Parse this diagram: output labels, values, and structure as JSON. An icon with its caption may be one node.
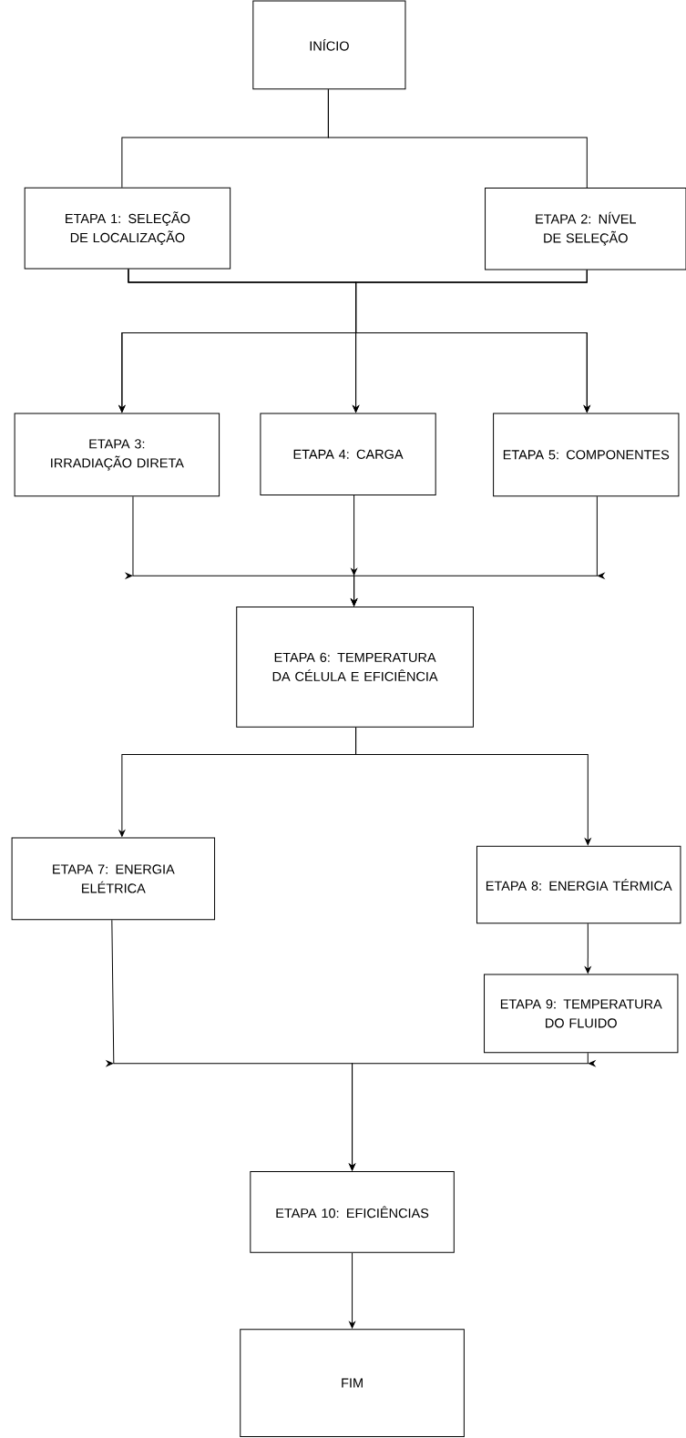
{
  "diagram": {
    "nodes": [
      {
        "text": [
          "INÍCIO"
        ]
      },
      {
        "text": [
          "ETAPA 1: SELEÇÃO DE LOCALIZAÇÃO"
        ]
      },
      {
        "text": [
          "ETAPA 2: NÍVEL DE SELEÇÃO"
        ]
      },
      {
        "text": [
          "ETAPA 3: IRRADIAÇÃO DIRETA"
        ]
      },
      {
        "text": [
          "ETAPA 4: CARGA"
        ]
      },
      {
        "text": [
          "ETAPA 5: COMPONENTES"
        ]
      },
      {
        "text": [
          "ETAPA 6: TEMPERATURA DA CÉLULA E EFICIÊNCIA"
        ]
      },
      {
        "text": [
          "ETAPA 7: ENERGIA ELÉTRICA"
        ]
      },
      {
        "text": [
          "ETAPA 8: ENERGIA TÉRMICA"
        ]
      },
      {
        "text": [
          "ETAPA 9: TEMPERATURA DO FLUIDO"
        ]
      },
      {
        "text": [
          "ETAPA 10: EFICIÊNCIAS"
        ]
      },
      {
        "text": [
          "FIM"
        ]
      }
    ],
    "edges": [
      {
        "from": 0,
        "to": 1,
        "arrow": "none"
      },
      {
        "from": 0,
        "to": 2,
        "arrow": "none"
      },
      {
        "from": 1,
        "to": 3,
        "arrow": "to"
      },
      {
        "from": 1,
        "to": 4,
        "arrow": "to"
      },
      {
        "from": 1,
        "to": 5,
        "arrow": "to"
      },
      {
        "from": 2,
        "to": 3,
        "arrow": "to"
      },
      {
        "from": 2,
        "to": 4,
        "arrow": "to"
      },
      {
        "from": 2,
        "to": 5,
        "arrow": "to"
      },
      {
        "from": 3,
        "to": 6,
        "arrow": "to"
      },
      {
        "from": 4,
        "to": 6,
        "arrow": "to"
      },
      {
        "from": 5,
        "to": 6,
        "arrow": "to"
      },
      {
        "from": 6,
        "to": 7,
        "arrow": "to"
      },
      {
        "from": 6,
        "to": 8,
        "arrow": "to"
      },
      {
        "from": 8,
        "to": 9,
        "arrow": "to"
      },
      {
        "from": 7,
        "to": 10,
        "arrow": "to"
      },
      {
        "from": 9,
        "to": 10,
        "arrow": "to"
      },
      {
        "from": 10,
        "to": 11,
        "arrow": "to"
      }
    ]
  }
}
